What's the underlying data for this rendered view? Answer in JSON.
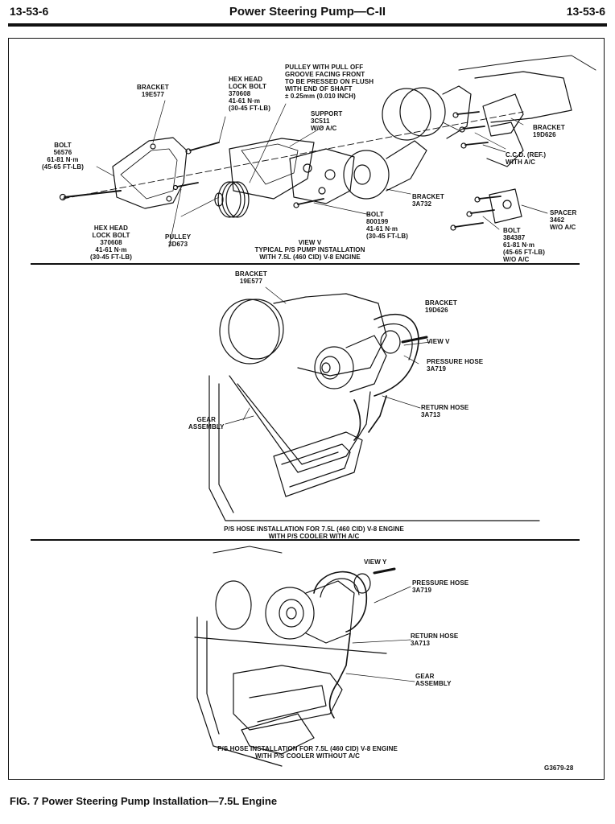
{
  "header": {
    "page_left": "13-53-6",
    "title": "Power Steering Pump—C-II",
    "page_right": "13-53-6"
  },
  "panel1": {
    "bracket_19e577": [
      "BRACKET",
      "19E577"
    ],
    "hex_bolt_top": [
      "HEX HEAD",
      "LOCK BOLT",
      "370608",
      "41-61 N·m",
      "(30-45 FT-LB)"
    ],
    "pulley_note": [
      "PULLEY WITH PULL OFF",
      "GROOVE FACING FRONT",
      "TO BE PRESSED ON FLUSH",
      "WITH END OF SHAFT",
      "± 0.25mm (0.010 INCH)"
    ],
    "support": [
      "SUPPORT",
      "3C511",
      "W/O A/C"
    ],
    "bolt_56576": [
      "BOLT",
      "56576",
      "61-81 N·m",
      "(45-65 FT-LB)"
    ],
    "bracket_19d626": [
      "BRACKET",
      "19D626"
    ],
    "ccd": [
      "C.C.D. (REF.)",
      "WITH A/C"
    ],
    "bracket_3a732": [
      "BRACKET",
      "3A732"
    ],
    "spacer": [
      "SPACER",
      "3462",
      "W/O A/C"
    ],
    "bolt_800199": [
      "BOLT",
      "800199",
      "41-61 N·m",
      "(30-45 FT-LB)"
    ],
    "bolt_384387": [
      "BOLT",
      "384387",
      "61-81 N·m",
      "(45-65 FT-LB)",
      "W/O A/C"
    ],
    "hex_bolt_bottom": [
      "HEX HEAD",
      "LOCK BOLT",
      "370608",
      "41-61 N·m",
      "(30-45 FT-LB)"
    ],
    "pulley": [
      "PULLEY",
      "3D673"
    ],
    "caption": [
      "VIEW V",
      "TYPICAL P/S PUMP INSTALLATION",
      "WITH 7.5L (460 CID) V-8 ENGINE"
    ]
  },
  "panel2": {
    "bracket_19e577": [
      "BRACKET",
      "19E577"
    ],
    "bracket_19d626": [
      "BRACKET",
      "19D626"
    ],
    "view_v": "VIEW V",
    "pressure_hose": [
      "PRESSURE HOSE",
      "3A719"
    ],
    "return_hose": [
      "RETURN HOSE",
      "3A713"
    ],
    "gear_assembly": [
      "GEAR",
      "ASSEMBLY"
    ],
    "caption": [
      "P/S HOSE INSTALLATION FOR 7.5L (460 CID) V-8 ENGINE",
      "WITH P/S COOLER WITH A/C"
    ]
  },
  "panel3": {
    "view_y": "VIEW Y",
    "pressure_hose": [
      "PRESSURE HOSE",
      "3A719"
    ],
    "return_hose": [
      "RETURN HOSE",
      "3A713"
    ],
    "gear_assembly": [
      "GEAR",
      "ASSEMBLY"
    ],
    "caption": [
      "P/S HOSE INSTALLATION FOR 7.5L (460 CID) V-8 ENGINE",
      "WITH P/S COOLER WITHOUT A/C"
    ],
    "figure_code": "G3679-28"
  },
  "figure_caption": "FIG. 7  Power Steering Pump Installation—7.5L Engine"
}
